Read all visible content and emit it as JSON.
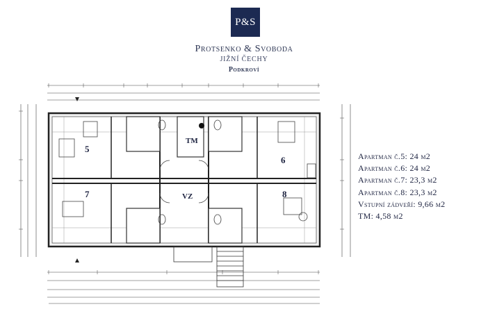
{
  "logo": {
    "text": "P&S"
  },
  "brand": {
    "name": "Protsenko & Svoboda",
    "region": "JIŽNÍ ČECHY",
    "floor": "Podkroví"
  },
  "plan": {
    "rooms": {
      "r5": "5",
      "r6": "6",
      "r7": "7",
      "r8": "8",
      "tm": "TM",
      "vz": "VZ"
    }
  },
  "legend": [
    "Apartman č.5: 24 m2",
    "Apartman č.6: 24 m2",
    "Apartman č.7: 23,3 m2",
    "Apartman č.8: 23,3 m2",
    "Vstupní zádveří: 9,66 m2",
    "TM: 4,58 m2"
  ]
}
